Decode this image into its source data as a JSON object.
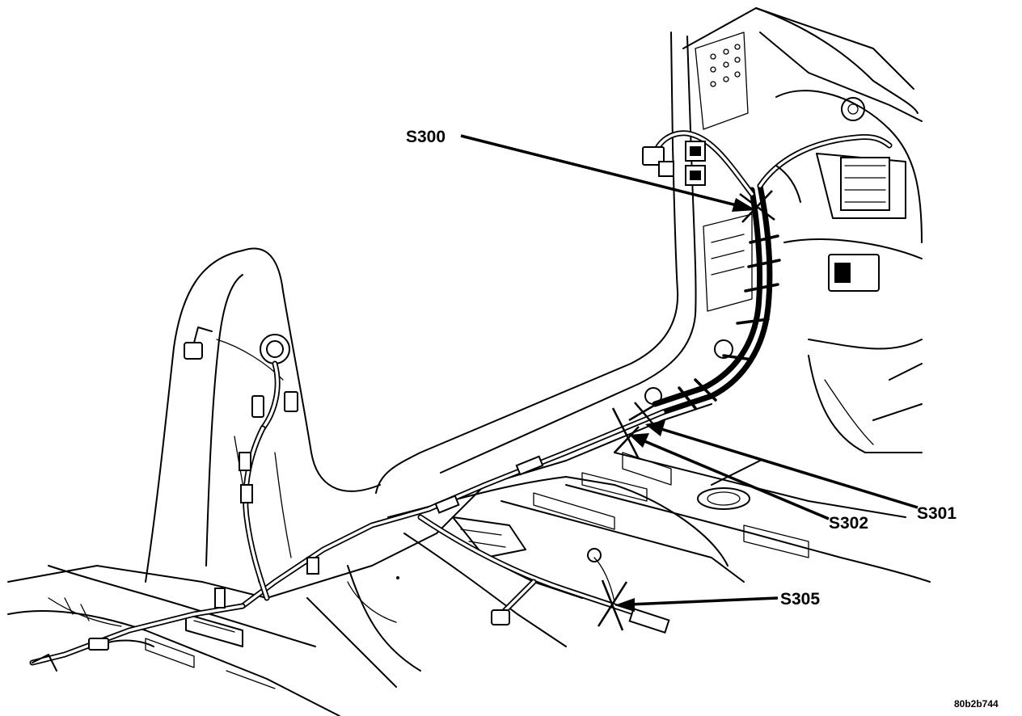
{
  "callouts": {
    "s300": "S300",
    "s301": "S301",
    "s302": "S302",
    "s305": "S305"
  },
  "figure_code": "80b2b744"
}
